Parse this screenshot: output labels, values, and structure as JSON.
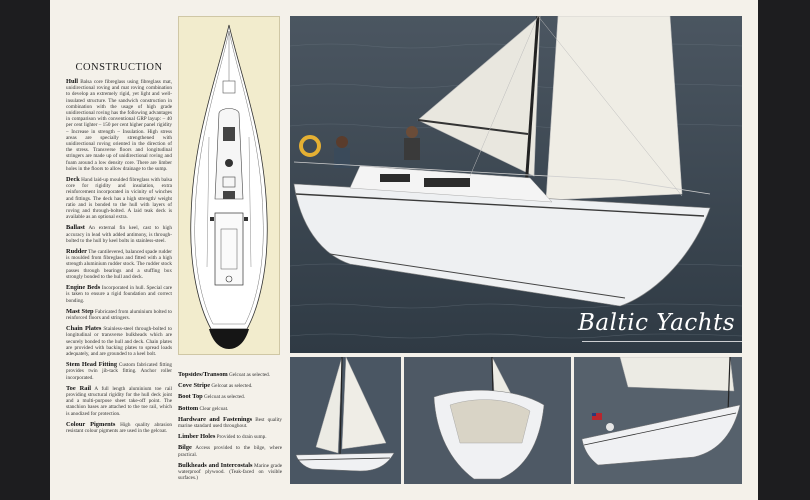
{
  "construction": {
    "title": "CONSTRUCTION",
    "items": [
      {
        "term": "Hull",
        "text": " Balsa core fibreglass using fibreglass mat, unidirectional roving and mat roving combination to develop an extremely rigid, yet light and well-insulated structure. The sandwich construction in combination with the usage of high grade unidirectional roving has the following advantages in comparison with conventional GRP layup: – 40 per cent lighter – 150 per cent higher panel rigidity – Increase in strength – Insulation. High stress areas are specially strengthened with unidirectional roving oriented in the direction of the stress. Transverse floors and longitudinal stringers are made up of unidirectional roving and foam around a low density core. There are limber holes in the floors to allow drainage to the sump."
      },
      {
        "term": "Deck",
        "text": " Hand laid-up moulded fibreglass with balsa core for rigidity and insulation, extra reinforcement incorporated in vicinity of winches and fittings. The deck has a high strength/ weight ratio and is bonded to the hull with layers of roving and through-bolted. A laid teak deck is available as an optional extra."
      },
      {
        "term": "Ballast",
        "text": " An external fin keel, cast to high accuracy in lead with added antimony, is through-bolted to the hull by keel bolts in stainless-steel."
      },
      {
        "term": "Rudder",
        "text": " The cantilevered, balanced spade rudder is moulded from fibreglass and fitted with a high strength aluminium rudder stock. The rudder stock passes through bearings and a stuffing box strongly bonded to the hull and deck."
      },
      {
        "term": "Engine Beds",
        "text": " Incorporated in hull. Special care is taken to ensure a rigid foundation and correct bonding."
      },
      {
        "term": "Mast Step",
        "text": " Fabricated from aluminium bolted to reinforced floors and stringers."
      },
      {
        "term": "Chain Plates",
        "text": " Stainless-steel through-bolted to longitudinal or transverse bulkheads which are securely bonded to the hull and deck. Chain plates are provided with backing plates to spread loads adequately, and are grounded to a keel bolt."
      },
      {
        "term": "Stem Head Fitting",
        "text": " Custom fabricated fitting provides twin jib-tack fitting. Anchor roller incorporated."
      },
      {
        "term": "Toe Rail",
        "text": " A full length aluminium toe rail providing structural rigidity for the hull deck joint and a multi-purpose sheet take-off point. The stanchion bases are attached to the toe rail, which is anodized for protection."
      },
      {
        "term": "Colour Pigments",
        "text": " High quality abrasion resistant colour pigments are used in the gelcoat."
      }
    ]
  },
  "finish": {
    "items": [
      {
        "term": "Topsides/Transom",
        "text": " Gelcoat as selected."
      },
      {
        "term": "Cove Stripe",
        "text": " Gelcoat as selected."
      },
      {
        "term": "Boot Top",
        "text": " Gelcoat as selected."
      },
      {
        "term": "Bottom",
        "text": " Clear gelcoat."
      },
      {
        "term": "Hardware and Fastenings",
        "text": " Best quality marine standard used throughout."
      },
      {
        "term": "Limber Holes",
        "text": " Provided to drain sump."
      },
      {
        "term": "Bilge",
        "text": " Access provided to the bilge, where practical."
      },
      {
        "term": "Bulkheads and Intercostals",
        "text": " Marine grade waterproof plywood. (Teak-faced on visible surfaces.)"
      }
    ]
  },
  "brand": {
    "signature": "Baltic Yachts"
  },
  "colors": {
    "page": "#f4f1ea",
    "plan_bg": "#f2eccd",
    "sea": "#3d4a55",
    "hull": "#eef0f2",
    "sail": "#eae8e0",
    "keel": "#151515"
  }
}
